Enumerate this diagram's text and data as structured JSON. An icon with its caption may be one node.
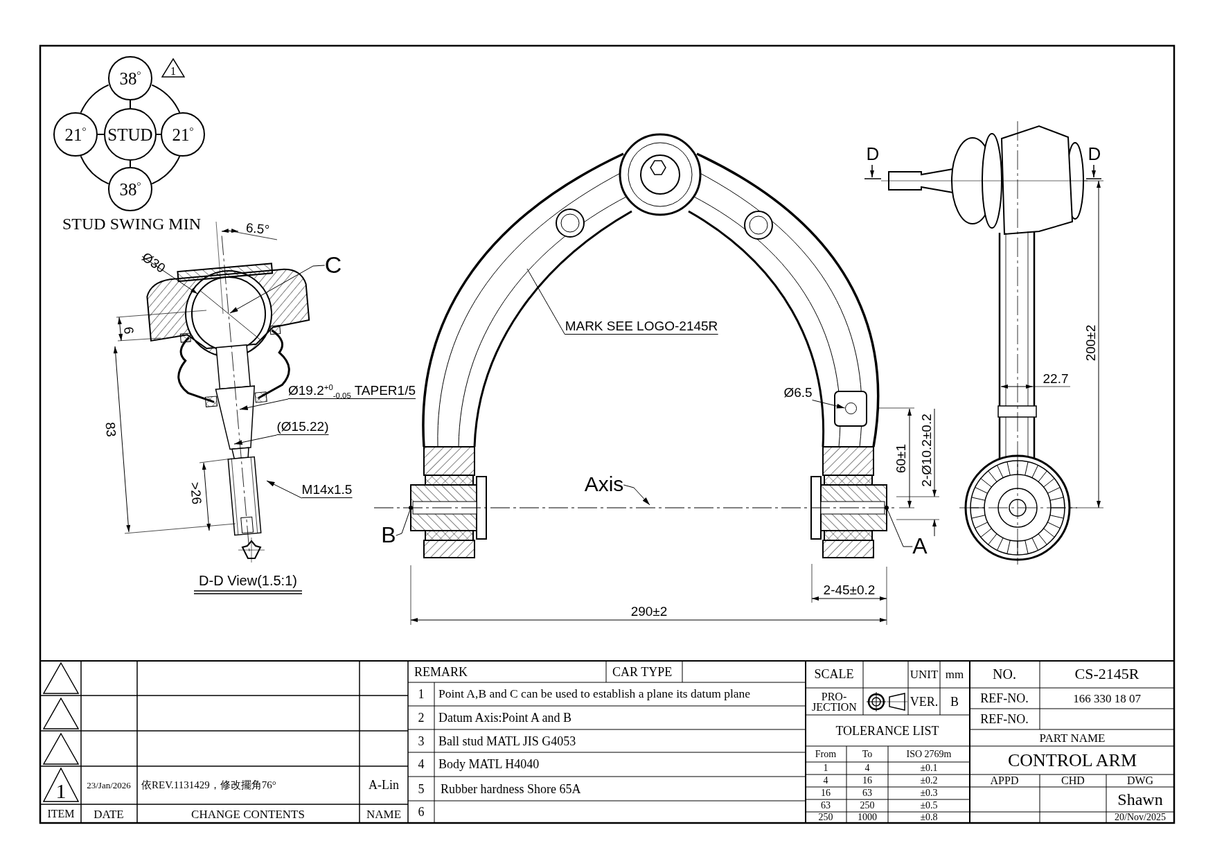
{
  "diagram": {
    "nodes": [
      {
        "text": [
          "38$^{°}$"
        ]
      },
      {
        "text": [
          "21$^{°}$"
        ]
      },
      {
        "text": [
          "STUD"
        ]
      },
      {
        "text": [
          "21$^{°}$"
        ]
      },
      {
        "text": [
          "38$^{°}$"
        ]
      },
      {
        "text": [
          "1"
        ]
      },
      {
        "text": [
          "C"
        ]
      },
      {
        "text": [
          "Ø19.2$^{+0}$$_{-0.05}$ TAPER1/5"
        ]
      },
      {
        "text": [
          "(Ø15.22)"
        ]
      },
      {
        "text": [
          "M14x1.5"
        ]
      },
      {
        "text": [
          "MARK SEE LOGO-2145R"
        ]
      },
      {
        "text": [
          "Axis"
        ]
      },
      {
        "text": [
          "B"
        ]
      },
      {
        "text": [
          "Ø6.5"
        ]
      },
      {
        "text": [
          "A"
        ]
      },
      {
        "text": [],
        "shape": "triangle"
      },
      {
        "text": [],
        "shape": "triangle"
      },
      {
        "text": [],
        "shape": "triangle"
      },
      {
        "text": [
          "1"
        ]
      },
      {
        "text": [],
        "shape": "circle"
      }
    ],
    "edges": [
      {
        "from": 0,
        "to": 2,
        "arrow": "none"
      },
      {
        "from": 1,
        "to": 2,
        "arrow": "none"
      },
      {
        "from": 3,
        "to": 2,
        "arrow": "none"
      },
      {
        "from": 4,
        "to": 2,
        "arrow": "none"
      },
      {
        "from": 0,
        "to": 1,
        "arrow": "none"
      },
      {
        "from": 0,
        "to": 3,
        "arrow": "none"
      },
      {
        "from": 1,
        "to": 4,
        "arrow": "none"
      },
      {
        "from": 3,
        "to": 4,
        "arrow": "none"
      },
      {
        "from": 6,
        "to": null,
        "arrow": "to"
      },
      {
        "from": 7,
        "to": null,
        "arrow": "to"
      },
      {
        "from": 8,
        "to": null,
        "arrow": "to"
      },
      {
        "from": 9,
        "to": null,
        "arrow": "to"
      },
      {
        "from": 10,
        "to": null,
        "arrow": "none"
      },
      {
        "from": 11,
        "to": null,
        "arrow": "to"
      },
      {
        "from": 12,
        "to": null,
        "arrow": "other"
      },
      {
        "from": 13,
        "to": 19,
        "arrow": "to"
      },
      {
        "from": 14,
        "to": null,
        "arrow": "other"
      }
    ],
    "labels": [
      "D",
      "D",
      "STUD SWING MIN",
      "6.5°",
      "Ø30",
      "6",
      "200±2",
      "22.7",
      "83",
      "60±1",
      "2-Ø10.2±0.2",
      ">26",
      "D-D View(1.5:1)",
      "2-45±0.2",
      "290±2",
      "REMARK",
      "CAR TYPE",
      "SCALE",
      "UNIT",
      "mm",
      "NO.",
      "CS-2145R",
      "1",
      "Point A,B and C can be used to establish a plane its datum plane",
      "PRO- JECTION",
      "VER.",
      "B",
      "REF-NO.",
      "166 330 18 07",
      "2",
      "Datum Axis:Point A and B",
      "REF-NO.",
      "TOLERANCE LIST",
      "3",
      "Ball stud MATL JIS G4053",
      "PART NAME",
      "From",
      "To",
      "ISO 2769m",
      "4",
      "Body MATL H4040",
      "CONTROL ARM",
      "1",
      "4",
      "±0.1",
      "4",
      "16",
      "±0.2",
      "23/Jan/2026",
      "依REV.1131429，修改擺角76°",
      "A-Lin",
      "5",
      "Rubber hardness Shore 65A",
      "16",
      "63",
      "±0.3",
      "APPD",
      "CHD",
      "DWG",
      "63",
      "250",
      "±0.5",
      "Shawn",
      "ITEM",
      "DATE",
      "CHANGE CONTENTS",
      "NAME",
      "6",
      "250",
      "1000",
      "±0.8",
      "20/Nov/2025"
    ]
  }
}
